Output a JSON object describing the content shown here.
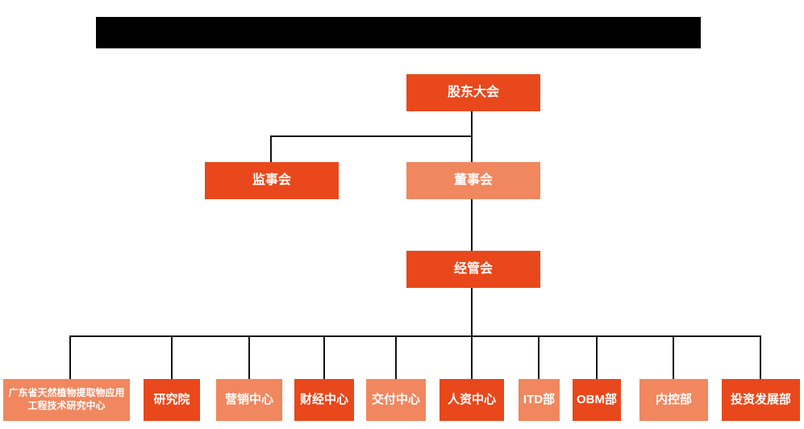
{
  "colors": {
    "primary": "#E8481B",
    "secondary": "#F0875F",
    "connector": "#111111",
    "node_text": "#FFFFFF",
    "title_bar_bg": "#000000",
    "background": "#FFFFFF"
  },
  "org_chart": {
    "level1": [
      {
        "label": "股东大会",
        "variant": "primary"
      }
    ],
    "level2": [
      {
        "label": "监事会",
        "variant": "primary"
      },
      {
        "label": "董事会",
        "variant": "secondary"
      }
    ],
    "level3": [
      {
        "label": "经管会",
        "variant": "primary"
      }
    ],
    "level4": [
      {
        "label": "广东省天然植物提取物应用工程技术研究中心",
        "variant": "secondary"
      },
      {
        "label": "研究院",
        "variant": "primary"
      },
      {
        "label": "营销中心",
        "variant": "secondary"
      },
      {
        "label": "财经中心",
        "variant": "primary"
      },
      {
        "label": "交付中心",
        "variant": "secondary"
      },
      {
        "label": "人资中心",
        "variant": "primary"
      },
      {
        "label": "ITD部",
        "variant": "secondary"
      },
      {
        "label": "OBM部",
        "variant": "primary"
      },
      {
        "label": "内控部",
        "variant": "secondary"
      },
      {
        "label": "投资发展部",
        "variant": "primary"
      }
    ]
  }
}
